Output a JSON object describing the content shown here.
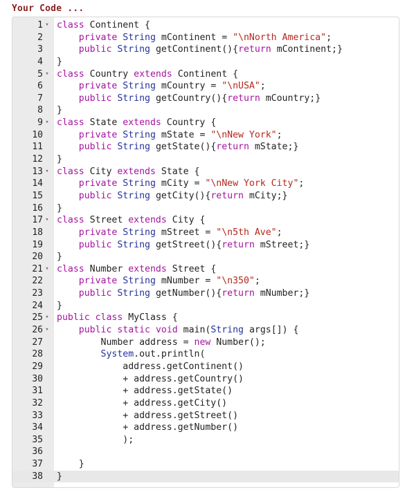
{
  "heading": "Your Code ...",
  "editor": {
    "lines": [
      {
        "n": "1",
        "fold": true,
        "code": "class Continent {"
      },
      {
        "n": "2",
        "fold": false,
        "code": "    private String mContinent = \"\\nNorth America\";"
      },
      {
        "n": "3",
        "fold": false,
        "code": "    public String getContinent(){return mContinent;}"
      },
      {
        "n": "4",
        "fold": false,
        "code": "}"
      },
      {
        "n": "5",
        "fold": true,
        "code": "class Country extends Continent {"
      },
      {
        "n": "6",
        "fold": false,
        "code": "    private String mCountry = \"\\nUSA\";"
      },
      {
        "n": "7",
        "fold": false,
        "code": "    public String getCountry(){return mCountry;}"
      },
      {
        "n": "8",
        "fold": false,
        "code": "}"
      },
      {
        "n": "9",
        "fold": true,
        "code": "class State extends Country {"
      },
      {
        "n": "10",
        "fold": false,
        "code": "    private String mState = \"\\nNew York\";"
      },
      {
        "n": "11",
        "fold": false,
        "code": "    public String getState(){return mState;}"
      },
      {
        "n": "12",
        "fold": false,
        "code": "}"
      },
      {
        "n": "13",
        "fold": true,
        "code": "class City extends State {"
      },
      {
        "n": "14",
        "fold": false,
        "code": "    private String mCity = \"\\nNew York City\";"
      },
      {
        "n": "15",
        "fold": false,
        "code": "    public String getCity(){return mCity;}"
      },
      {
        "n": "16",
        "fold": false,
        "code": "}"
      },
      {
        "n": "17",
        "fold": true,
        "code": "class Street extends City {"
      },
      {
        "n": "18",
        "fold": false,
        "code": "    private String mStreet = \"\\n5th Ave\";"
      },
      {
        "n": "19",
        "fold": false,
        "code": "    public String getStreet(){return mStreet;}"
      },
      {
        "n": "20",
        "fold": false,
        "code": "}"
      },
      {
        "n": "21",
        "fold": true,
        "code": "class Number extends Street {"
      },
      {
        "n": "22",
        "fold": false,
        "code": "    private String mNumber = \"\\n350\";"
      },
      {
        "n": "23",
        "fold": false,
        "code": "    public String getNumber(){return mNumber;}"
      },
      {
        "n": "24",
        "fold": false,
        "code": "}"
      },
      {
        "n": "25",
        "fold": true,
        "code": "public class MyClass {"
      },
      {
        "n": "26",
        "fold": true,
        "code": "    public static void main(String args[]) {"
      },
      {
        "n": "27",
        "fold": false,
        "code": "        Number address = new Number();"
      },
      {
        "n": "28",
        "fold": false,
        "code": "        System.out.println("
      },
      {
        "n": "29",
        "fold": false,
        "code": "            address.getContinent()"
      },
      {
        "n": "30",
        "fold": false,
        "code": "            + address.getCountry()"
      },
      {
        "n": "31",
        "fold": false,
        "code": "            + address.getState()"
      },
      {
        "n": "32",
        "fold": false,
        "code": "            + address.getCity()"
      },
      {
        "n": "33",
        "fold": false,
        "code": "            + address.getStreet()"
      },
      {
        "n": "34",
        "fold": false,
        "code": "            + address.getNumber()"
      },
      {
        "n": "35",
        "fold": false,
        "code": "            );"
      },
      {
        "n": "36",
        "fold": false,
        "code": ""
      },
      {
        "n": "37",
        "fold": false,
        "code": "    }"
      },
      {
        "n": "38",
        "fold": false,
        "code": "}",
        "active": true
      }
    ],
    "fold_glyph": "▾"
  },
  "colors": {
    "heading": "#8b2323",
    "keyword": "#a3149e",
    "type": "#23329b",
    "string": "#b5271c",
    "gutter": "#ebebeb"
  }
}
